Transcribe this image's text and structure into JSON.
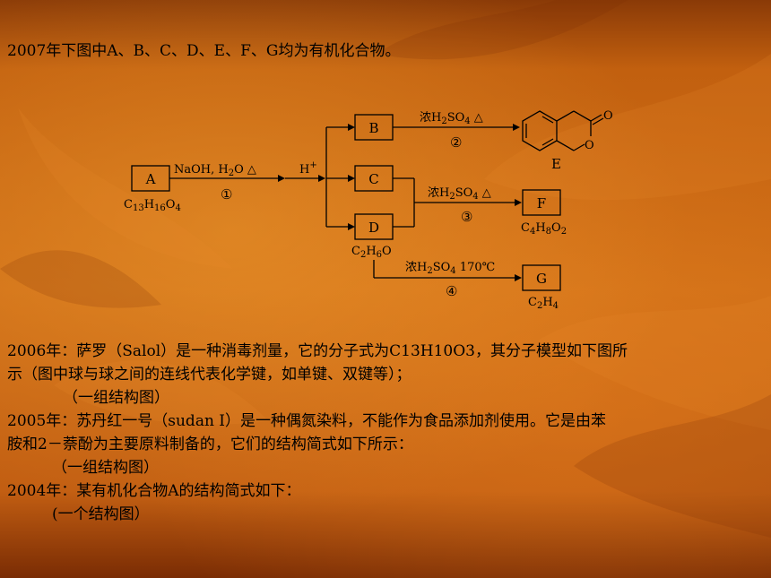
{
  "intro_2007": "2007年下图中A、B、C、D、E、F、G均为有机化合物。",
  "diagram": {
    "boxes": {
      "A": "A",
      "B": "B",
      "C": "C",
      "D": "D",
      "F": "F",
      "G": "G"
    },
    "label_E": "E",
    "formula_A": {
      "parts": [
        "C",
        "13",
        "H",
        "16",
        "O",
        "4"
      ]
    },
    "formula_D": {
      "parts": [
        "C",
        "2",
        "H",
        "6",
        "O"
      ]
    },
    "formula_F": {
      "parts": [
        "C",
        "4",
        "H",
        "8",
        "O",
        "2"
      ]
    },
    "formula_G": {
      "parts": [
        "C",
        "2",
        "H",
        "4"
      ]
    },
    "reagent_1": {
      "prefix": "NaOH, H",
      "sub": "2",
      "suffix": "O  △"
    },
    "reagent_hplus": {
      "base": "H",
      "sup": "+"
    },
    "reagent_2": {
      "prefix": "浓H",
      "sub1": "2",
      "mid": "SO",
      "sub2": "4",
      "suffix": "  △"
    },
    "reagent_3": {
      "prefix": "浓H",
      "sub1": "2",
      "mid": "SO",
      "sub2": "4",
      "suffix": "  △"
    },
    "reagent_4": {
      "prefix": "浓H",
      "sub1": "2",
      "mid": "SO",
      "sub2": "4",
      "suffix": "  170℃"
    },
    "step_1": "①",
    "step_2": "②",
    "step_3": "③",
    "step_4": "④",
    "ring_O_carbonyl": "O",
    "ring_O_ether": "O"
  },
  "text_2006_a": "2006年：萨罗（Salol）是一种消毒剂量，它的分子式为C13H10O3，其分子模型如下图所",
  "text_2006_b": "示（图中球与球之间的连线代表化学键，如单键、双键等）；",
  "text_2006_c": "（一组结构图）",
  "text_2005_a": "2005年：苏丹红一号（sudan Ⅰ）是一种偶氮染料，不能作为食品添加剂使用。它是由苯",
  "text_2005_b": "胺和2－萘酚为主要原料制备的，它们的结构简式如下所示：",
  "text_2005_c": "（一组结构图）",
  "text_2004_a": "2004年：某有机化合物A的结构简式如下：",
  "text_2004_b": "(一个结构图）"
}
